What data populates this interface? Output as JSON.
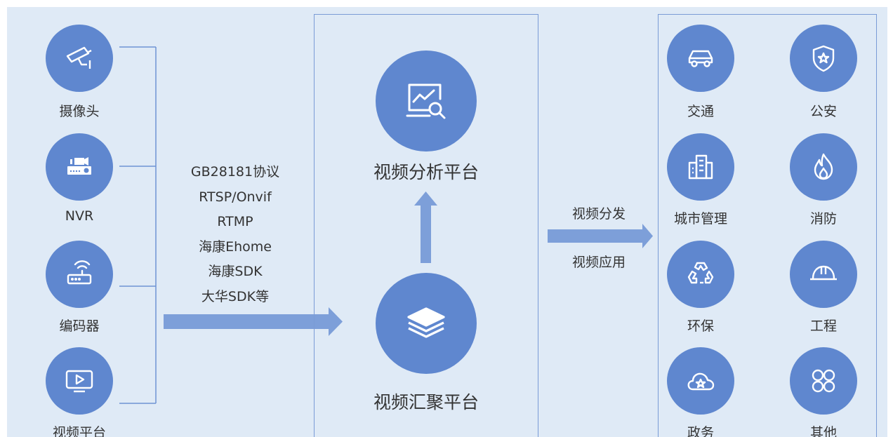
{
  "sources": [
    {
      "label": "摄像头",
      "icon": "camera-icon"
    },
    {
      "label": "NVR",
      "icon": "nvr-icon"
    },
    {
      "label": "编码器",
      "icon": "encoder-icon"
    },
    {
      "label": "视频平台",
      "icon": "monitor-play-icon"
    }
  ],
  "protocols": [
    "GB28181协议",
    "RTSP/Onvif",
    "RTMP",
    "海康Ehome",
    "海康SDK",
    "大华SDK等"
  ],
  "platform": {
    "analysis_label": "视频分析平台",
    "aggregation_label": "视频汇聚平台",
    "analysis_icon": "chart-search-icon",
    "aggregation_icon": "layers-icon"
  },
  "distribution": {
    "line1": "视频分发",
    "line2": "视频应用"
  },
  "applications": [
    {
      "label": "交通",
      "icon": "car-icon"
    },
    {
      "label": "公安",
      "icon": "police-shield-icon"
    },
    {
      "label": "城市管理",
      "icon": "building-icon"
    },
    {
      "label": "消防",
      "icon": "flame-icon"
    },
    {
      "label": "环保",
      "icon": "recycle-icon"
    },
    {
      "label": "工程",
      "icon": "hard-hat-icon"
    },
    {
      "label": "政务",
      "icon": "cloud-star-icon"
    },
    {
      "label": "其他",
      "icon": "grid-circles-icon"
    }
  ],
  "colors": {
    "accent": "#5f87cf",
    "arrow": "#7d9fd9",
    "background": "#dfeaf6",
    "panel_border": "#7a9bd6"
  }
}
